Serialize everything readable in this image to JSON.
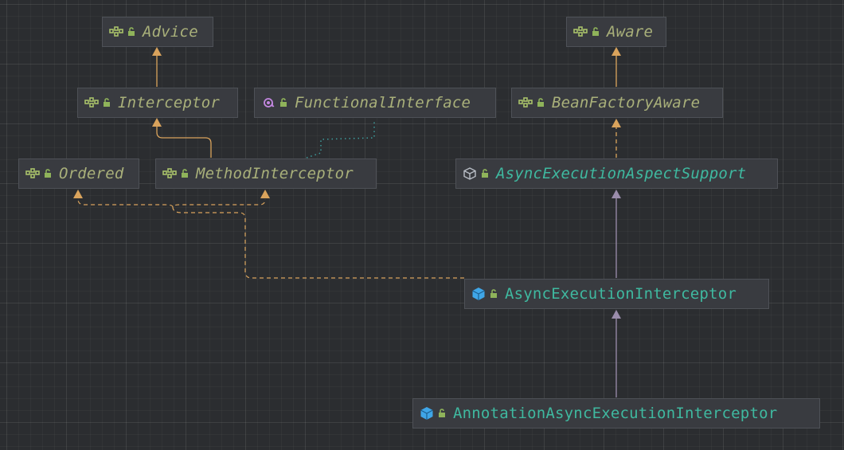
{
  "diagram": {
    "nodes": {
      "advice": {
        "label": "Advice",
        "kind": "interface"
      },
      "aware": {
        "label": "Aware",
        "kind": "interface"
      },
      "interceptor": {
        "label": "Interceptor",
        "kind": "interface"
      },
      "functional_interface": {
        "label": "FunctionalInterface",
        "kind": "annotation"
      },
      "bean_factory_aware": {
        "label": "BeanFactoryAware",
        "kind": "interface"
      },
      "ordered": {
        "label": "Ordered",
        "kind": "interface"
      },
      "method_interceptor": {
        "label": "MethodInterceptor",
        "kind": "interface"
      },
      "async_execution_aspect_support": {
        "label": "AsyncExecutionAspectSupport",
        "kind": "abstract-class"
      },
      "async_execution_interceptor": {
        "label": "AsyncExecutionInterceptor",
        "kind": "class"
      },
      "annotation_async_execution_interceptor": {
        "label": "AnnotationAsyncExecutionInterceptor",
        "kind": "class"
      }
    },
    "edges": [
      {
        "from": "interceptor",
        "to": "advice",
        "type": "extends-interface"
      },
      {
        "from": "method_interceptor",
        "to": "interceptor",
        "type": "extends-interface"
      },
      {
        "from": "method_interceptor",
        "to": "functional_interface",
        "type": "annotated-by"
      },
      {
        "from": "bean_factory_aware",
        "to": "aware",
        "type": "extends-interface"
      },
      {
        "from": "async_execution_aspect_support",
        "to": "bean_factory_aware",
        "type": "implements"
      },
      {
        "from": "async_execution_interceptor",
        "to": "async_execution_aspect_support",
        "type": "extends-class"
      },
      {
        "from": "async_execution_interceptor",
        "to": "method_interceptor",
        "type": "implements"
      },
      {
        "from": "async_execution_interceptor",
        "to": "ordered",
        "type": "implements"
      },
      {
        "from": "annotation_async_execution_interceptor",
        "to": "async_execution_interceptor",
        "type": "extends-class"
      }
    ],
    "colors": {
      "interface_text": "#a9b07a",
      "class_text": "#3fb9a0",
      "interface_edge": "#d9a35c",
      "class_edge": "#9a8cab",
      "annotation_edge": "#3e9c9c",
      "class_icon": "#3fa6e8",
      "lock_icon": "#8fb35a",
      "annotation_icon": "#c387e0"
    },
    "icons": {
      "interface": "interface-icon",
      "annotation": "annotation-icon",
      "abstract-class": "abstract-class-icon",
      "class": "class-icon",
      "visibility": "public-lock-icon"
    }
  }
}
